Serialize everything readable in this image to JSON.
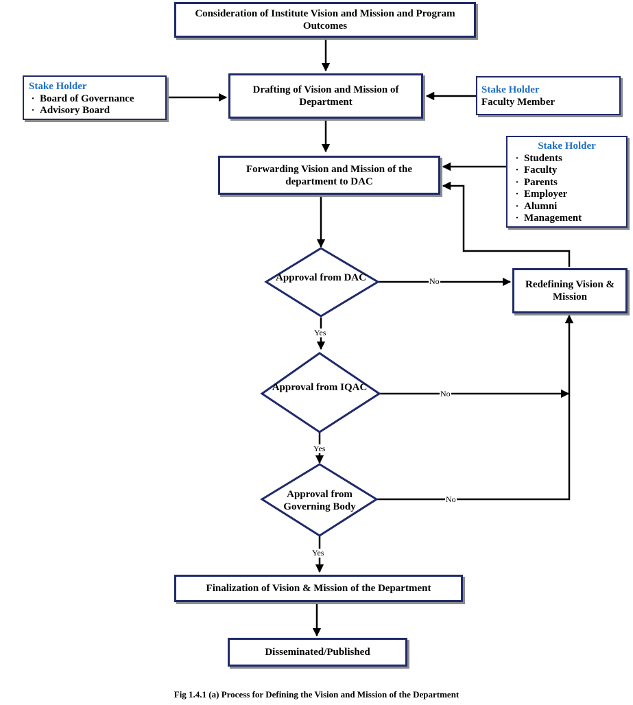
{
  "boxes": {
    "consideration": "Consideration of Institute Vision and Mission and Program Outcomes",
    "drafting": "Drafting of Vision and Mission of Department",
    "forwarding": "Forwarding Vision and Mission of the department to DAC",
    "redefining": "Redefining Vision & Mission",
    "finalization": "Finalization of Vision & Mission of the Department",
    "disseminated": "Disseminated/Published"
  },
  "decisions": {
    "dac": "Approval from DAC",
    "iqac": "Approval from IQAC",
    "governing": "Approval from Governing Body"
  },
  "edge_labels": {
    "yes": "Yes",
    "no": "No"
  },
  "stakeholders": {
    "left": {
      "title": "Stake Holder",
      "items": [
        "Board of Governance",
        "Advisory Board"
      ]
    },
    "right_top": {
      "title": "Stake Holder",
      "items": [
        "Faculty Member"
      ]
    },
    "right_list": {
      "title": "Stake Holder",
      "items": [
        "Students",
        "Faculty",
        "Parents",
        "Employer",
        "Alumni",
        "Management"
      ]
    }
  },
  "caption": "Fig 1.4.1 (a) Process for Defining the Vision and Mission of the Department",
  "colors": {
    "border": "#1f2a6b",
    "stakeholder_title": "#1f6fc4",
    "shadow": "#8c8c8c"
  }
}
